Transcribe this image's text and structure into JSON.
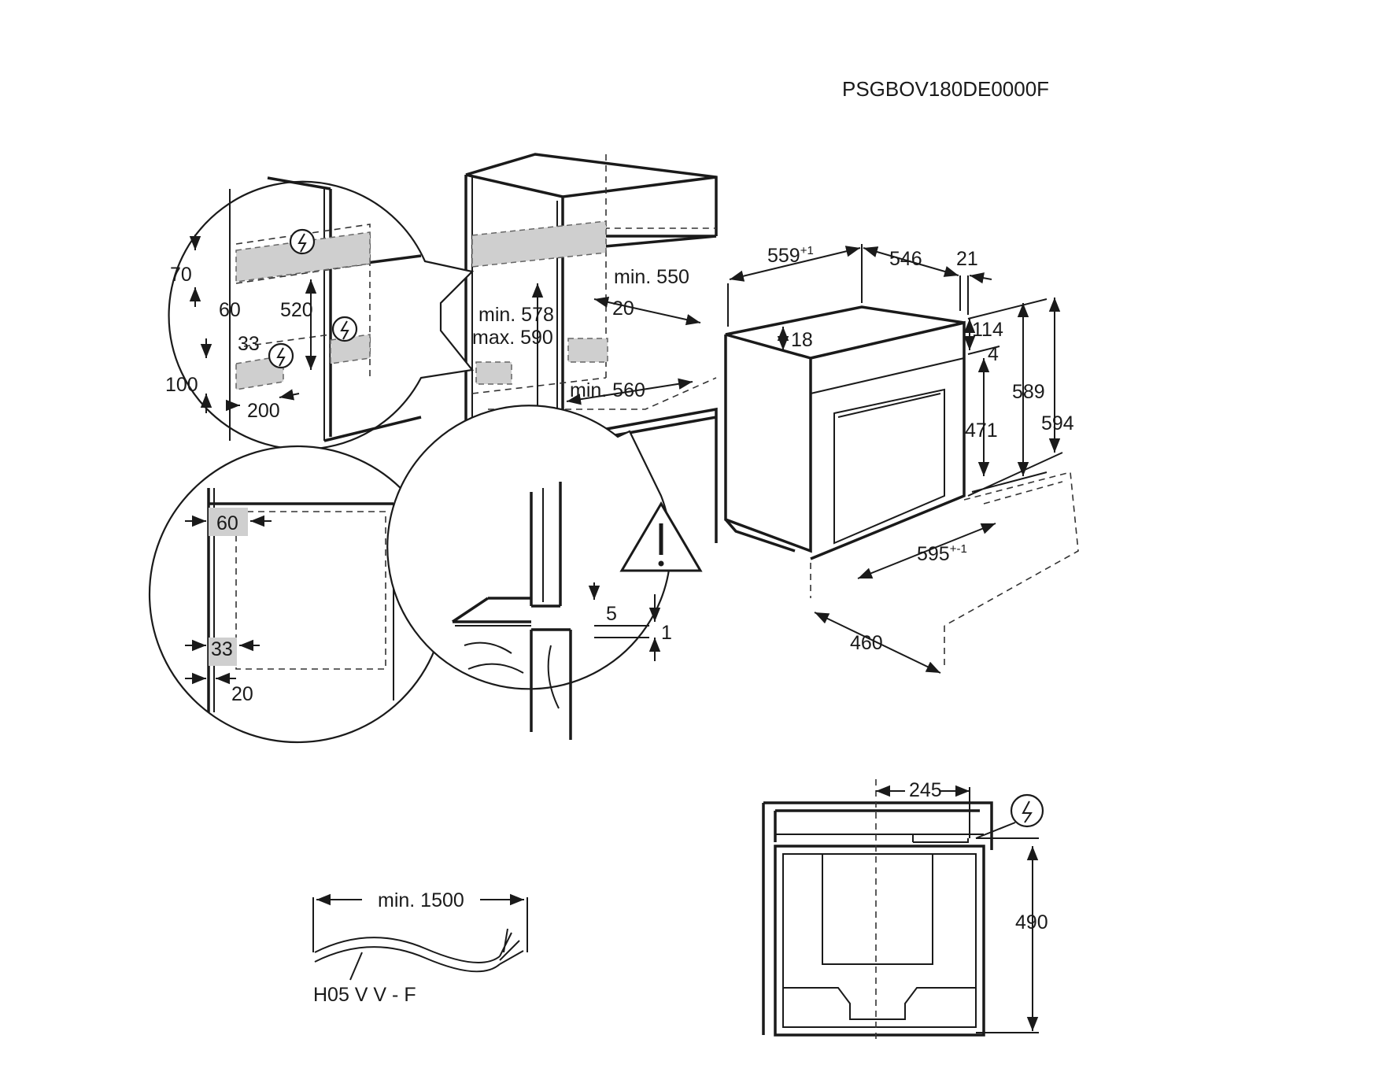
{
  "model_code": "PSGBOV180DE0000F",
  "detail_top": {
    "dims": [
      "70",
      "60",
      "520",
      "33",
      "100",
      "200"
    ]
  },
  "cabinet": {
    "dims": [
      "min. 578",
      "max. 590",
      "min. 550",
      "20",
      "min. 560"
    ]
  },
  "detail_side": {
    "dims": [
      "60",
      "33",
      "20"
    ]
  },
  "detail_gap": {
    "dims": [
      "5",
      "1"
    ]
  },
  "oven": {
    "width_depth": "559",
    "width_depth_tol": "+1",
    "depth": "546",
    "door": "21",
    "top_offset": "18",
    "panel": "114",
    "gap": "4",
    "inner_height": "471",
    "height_589": "589",
    "height_594": "594",
    "width": "595",
    "width_tol": "+-1",
    "depth_460": "460"
  },
  "cable": {
    "length": "min. 1500",
    "type": "H05 V V - F"
  },
  "front_view": {
    "offset": "245",
    "height": "490"
  },
  "icons": [
    "electrical-connection-icon",
    "warning-triangle-icon"
  ]
}
